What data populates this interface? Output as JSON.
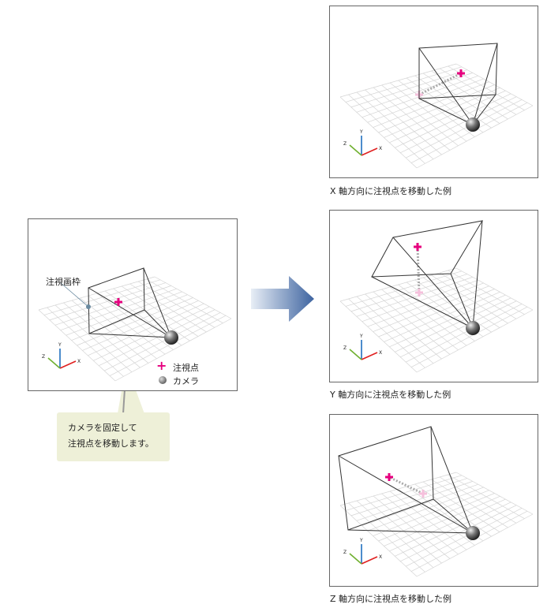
{
  "main_panel": {
    "frame_label": "注視画枠",
    "legend": {
      "target": "注視点",
      "camera": "カメラ"
    },
    "axes": {
      "x": "X",
      "y": "Y",
      "z": "Z"
    }
  },
  "callout": {
    "line1": "カメラを固定して",
    "line2": "注視点を移動します。"
  },
  "examples": [
    {
      "caption": "X 軸方向に注視点を移動した例"
    },
    {
      "caption": "Y 軸方向に注視点を移動した例"
    },
    {
      "caption": "Z 軸方向に注視点を移動した例"
    }
  ],
  "colors": {
    "target": "#e6007e",
    "arrow": "#4a70a8",
    "callout_bg": "#eef0d8",
    "axis_x": "#e02020",
    "axis_y": "#2070c0",
    "axis_z": "#70b030"
  }
}
